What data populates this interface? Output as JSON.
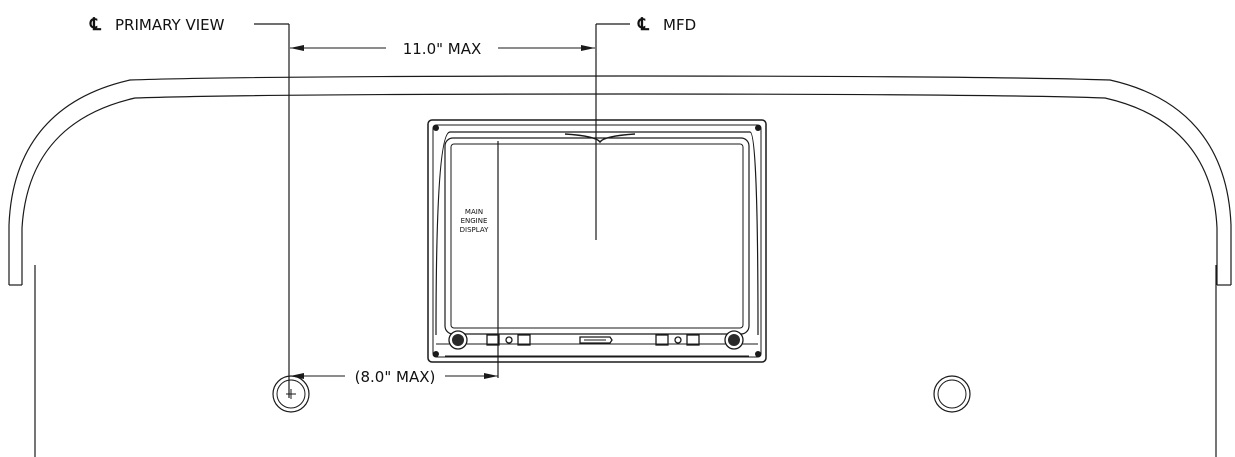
{
  "labels": {
    "centerline_symbol": "℄",
    "primary_view": "PRIMARY VIEW",
    "mfd": "MFD",
    "dim_11": "11.0\" MAX",
    "dim_8": "(8.0\" MAX)",
    "engine_display": [
      "MAIN",
      "ENGINE",
      "DISPLAY"
    ]
  },
  "colors": {
    "line": "#1a1a1a",
    "text": "#111111",
    "background": "#ffffff"
  }
}
